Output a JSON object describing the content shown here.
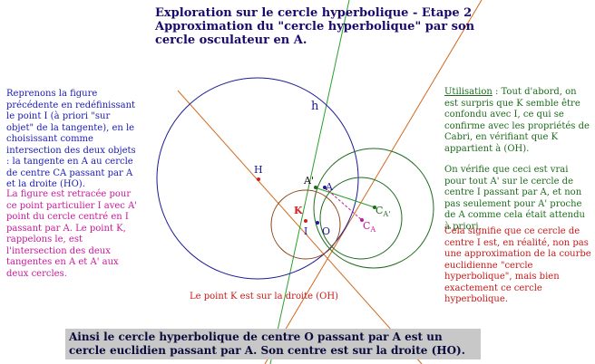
{
  "title": {
    "line1": "Exploration sur le cercle hyperbolique - Etape 2",
    "line2": "Approximation du \"cercle hyperbolique\" par son",
    "line3": "cercle osculateur en A."
  },
  "left_text": {
    "blue_paragraph": "Reprenons la figure précédente en redéfinissant le point I (à priori \"sur objet\" de la tangente), en le choisissant comme intersection des deux objets : la tangente en A au cercle de centre CA passant par A et la droite (HO).",
    "magenta_paragraph": "La figure est retracée pour ce point particulier I avec A' point du cercle centré en I passant par A. Le point K, rappelons le, est l'intersection des deux tangentes en A et A' aux deux cercles."
  },
  "right_text": {
    "utilisation_label": "Utilisation",
    "utilisation_text": " : Tout d'abord, on est surpris que K semble être confondu avec I, ce qui se confirme avec les propriétés de Cabri, en vérifiant que K appartient à (OH).",
    "verification_text": "On vérifie que ceci est vrai pour tout A' sur le cercle de centre I passant par A, et non pas seulement pour A' proche de A comme cela était attendu à priori.",
    "conclusion_red": "Cela signifie que ce cercle de centre I est, en réalité, non pas une approximation de la courbe euclidienne \"cercle hyperbolique\", mais bien exactement ce cercle hyperbolique."
  },
  "caption_k": "Le point K est sur la droite (OH)",
  "conclusion_box": {
    "line1": "Ainsi le cercle hyperbolique de centre O passant par A est un",
    "line2": "cercle euclidien passant par A. Son centre est sur la droite (HO)."
  },
  "figure_labels": {
    "h": "h",
    "H": "H",
    "A_prime": "A'",
    "A": "A",
    "K": "K",
    "I": "I",
    "O": "O",
    "C_A_prime_main": "C",
    "C_A_prime_sub": "A'",
    "C_A_main": "C",
    "C_A_sub": "A"
  },
  "colors": {
    "title": "#1a0a6b",
    "blue_circle": "#1a1a96",
    "orange_line": "#d2691e",
    "green_line": "#2aa02a",
    "dark_green_circle": "#1c6b1c",
    "brown_circle": "#8b4513",
    "magenta": "#c8189a",
    "red_point": "#d21e1e",
    "conclusion_bg": "#c8c8c8"
  }
}
